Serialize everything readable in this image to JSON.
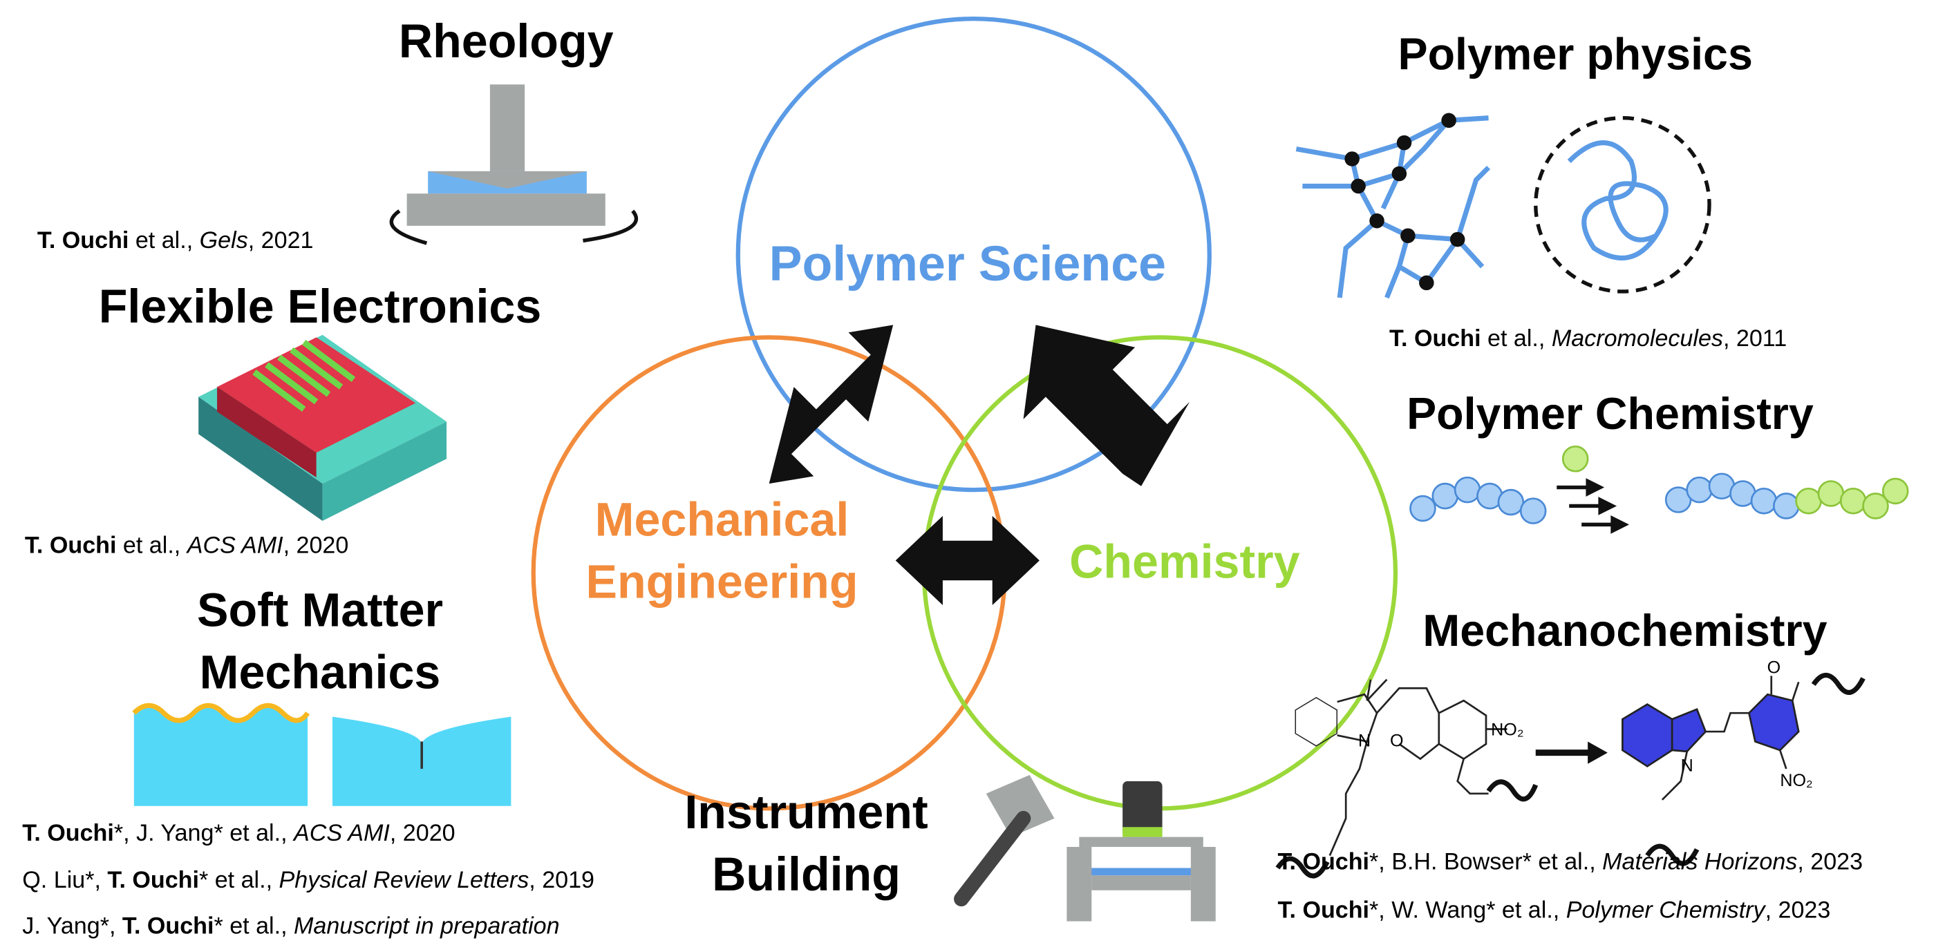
{
  "center": {
    "polymer_science": "Polymer Science",
    "mech_line1": "Mechanical",
    "mech_line2": "Engineering",
    "chemistry": "Chemistry",
    "colors": {
      "blue": "#5b9be6",
      "orange": "#f28c3c",
      "green": "#9bd83a"
    }
  },
  "rheology": {
    "title": "Rheology",
    "cite": {
      "author": "T. Ouchi",
      "rest": " et al., ",
      "journal": "Gels",
      "year": ", 2021"
    }
  },
  "flexible": {
    "title": "Flexible Electronics",
    "cite": {
      "author": "T. Ouchi",
      "rest": " et al., ",
      "journal": "ACS AMI",
      "year": ", 2020"
    }
  },
  "soft_matter": {
    "title1": "Soft Matter",
    "title2": "Mechanics",
    "cites": [
      {
        "pre": "",
        "author": "T. Ouchi",
        "rest": "*, J. Yang* et al., ",
        "journal": "ACS AMI",
        "year": ", 2020"
      },
      {
        "pre": "Q. Liu*, ",
        "author": "T. Ouchi",
        "rest": "* et al., ",
        "journal": "Physical Review Letters",
        "year": ", 2019"
      },
      {
        "pre": "J. Yang*, ",
        "author": "T. Ouchi",
        "rest": "* et al., ",
        "journal": "Manuscript in preparation",
        "year": ""
      }
    ]
  },
  "polymer_physics": {
    "title": "Polymer physics",
    "cite": {
      "author": "T. Ouchi",
      "rest": " et al., ",
      "journal": "Macromolecules",
      "year": ", 2011"
    }
  },
  "polymer_chemistry": {
    "title": "Polymer Chemistry"
  },
  "mechanochemistry": {
    "title": "Mechanochemistry",
    "labels": {
      "n": "N",
      "o": "O",
      "no2": "NO₂"
    },
    "cites": [
      {
        "author": "T. Ouchi",
        "rest": "*, B.H. Bowser* et al., ",
        "journal": "Materials Horizons",
        "year": ", 2023"
      },
      {
        "author": "T. Ouchi",
        "rest": "*, W. Wang* et al., ",
        "journal": "Polymer Chemistry",
        "year": ", 2023"
      }
    ]
  },
  "instrument": {
    "title1": "Instrument",
    "title2": "Building"
  }
}
